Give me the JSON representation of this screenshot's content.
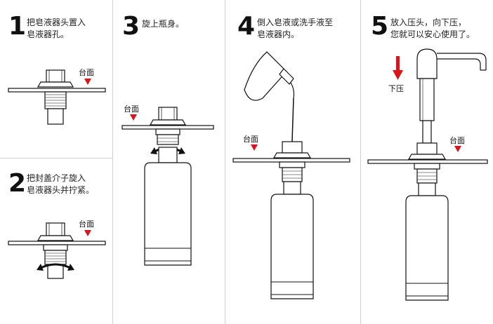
{
  "steps": [
    {
      "num": "1",
      "text": "把皂液器头置入\n皂液器孔。",
      "label": "台面"
    },
    {
      "num": "2",
      "text": "把封盖介子旋入\n皂液器头并拧紧。",
      "label": "台面"
    },
    {
      "num": "3",
      "text": "旋上瓶身。",
      "label": "台面"
    },
    {
      "num": "4",
      "text": "倒入皂液或洗手液至\n皂液器内。",
      "label": "台面"
    },
    {
      "num": "5",
      "text": "放入压头，向下压，\n您就可以安心使用了。",
      "label": "台面",
      "press_label": "下压"
    }
  ],
  "colors": {
    "arrow_red": "#d9141b",
    "line": "#111111",
    "divider": "#cfcfcf"
  }
}
